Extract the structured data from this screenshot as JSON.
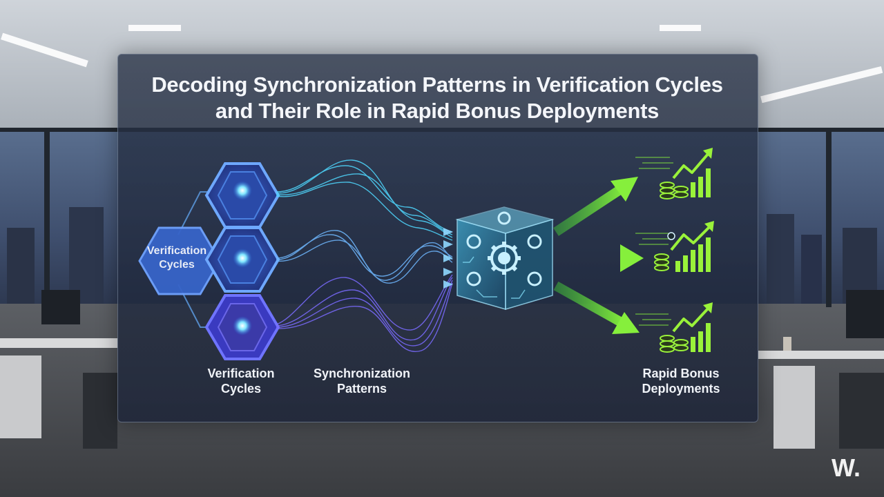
{
  "title": "Decoding Synchronization Patterns in Verification Cycles and Their Role in Rapid Bonus Deployments",
  "hub_label": "Verification Cycles",
  "labels": {
    "verification_cycles": "Verification Cycles",
    "synchronization_patterns": "Synchronization Patterns",
    "rapid_bonus_deployments": "Rapid Bonus Deployments"
  },
  "watermark": "W.",
  "colors": {
    "hex_blue": "#3f7ae0",
    "wave_cyan": "#4fd8ff",
    "wave_violet": "#7a6bff",
    "arrow_green": "#7fe34a",
    "chart_green": "#9af23a",
    "panel": "#263048"
  },
  "icons": [
    "hexagon-node-icon",
    "gear-cube-icon",
    "coin-stack-icon",
    "growth-chart-icon"
  ]
}
